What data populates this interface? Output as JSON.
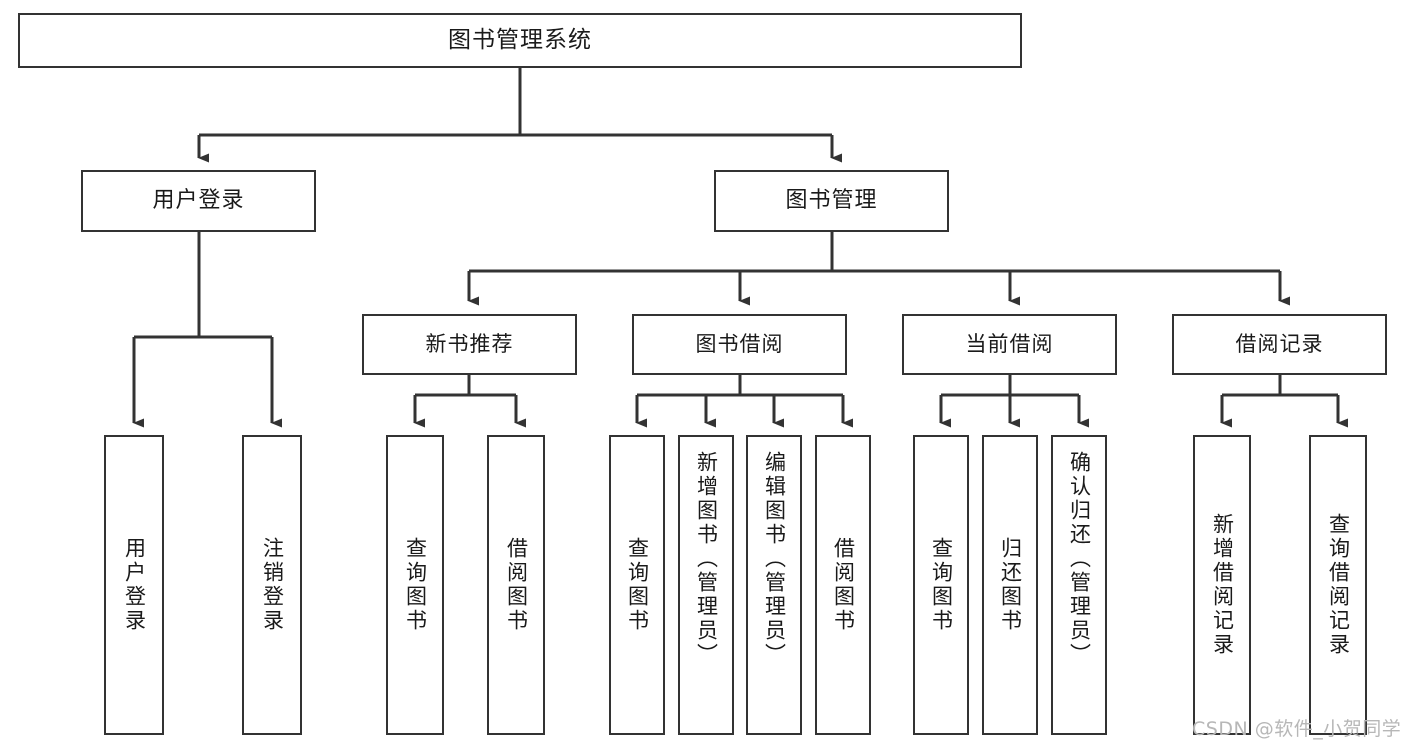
{
  "diagram": {
    "type": "tree-hierarchy",
    "title": "图书管理系统",
    "root": {
      "id": "root",
      "label": "图书管理系统",
      "level": 0
    },
    "level2": [
      {
        "id": "user-login",
        "label": "用户登录"
      },
      {
        "id": "book-management",
        "label": "图书管理"
      }
    ],
    "level3": [
      {
        "id": "new-book-recommend",
        "label": "新书推荐",
        "parent": "book-management"
      },
      {
        "id": "book-borrow",
        "label": "图书借阅",
        "parent": "book-management"
      },
      {
        "id": "current-borrow",
        "label": "当前借阅",
        "parent": "book-management"
      },
      {
        "id": "borrow-record",
        "label": "借阅记录",
        "parent": "book-management"
      }
    ],
    "leaves": [
      {
        "id": "leaf-user-login",
        "label": "用户登录",
        "parent": "user-login"
      },
      {
        "id": "leaf-user-logout",
        "label": "注销登录",
        "parent": "user-login"
      },
      {
        "id": "leaf-query-book-1",
        "label": "查询图书",
        "parent": "new-book-recommend"
      },
      {
        "id": "leaf-borrow-book-1",
        "label": "借阅图书",
        "parent": "new-book-recommend"
      },
      {
        "id": "leaf-query-book-2",
        "label": "查询图书",
        "parent": "book-borrow"
      },
      {
        "id": "leaf-add-book",
        "label": "新增图书（管理员）",
        "parent": "book-borrow"
      },
      {
        "id": "leaf-edit-book",
        "label": "编辑图书（管理员）",
        "parent": "book-borrow"
      },
      {
        "id": "leaf-borrow-book-2",
        "label": "借阅图书",
        "parent": "book-borrow"
      },
      {
        "id": "leaf-query-book-3",
        "label": "查询图书",
        "parent": "current-borrow"
      },
      {
        "id": "leaf-return-book",
        "label": "归还图书",
        "parent": "current-borrow"
      },
      {
        "id": "leaf-confirm-return",
        "label": "确认归还（管理员）",
        "parent": "current-borrow"
      },
      {
        "id": "leaf-add-record",
        "label": "新增借阅记录",
        "parent": "borrow-record"
      },
      {
        "id": "leaf-query-record",
        "label": "查询借阅记录",
        "parent": "borrow-record"
      }
    ],
    "colors": {
      "stroke": "#333333",
      "fill": "#ffffff",
      "text": "#1a1a1a",
      "watermark": "#b7b7b7"
    }
  },
  "watermark": {
    "text": "CSDN @软件_小贺同学"
  }
}
